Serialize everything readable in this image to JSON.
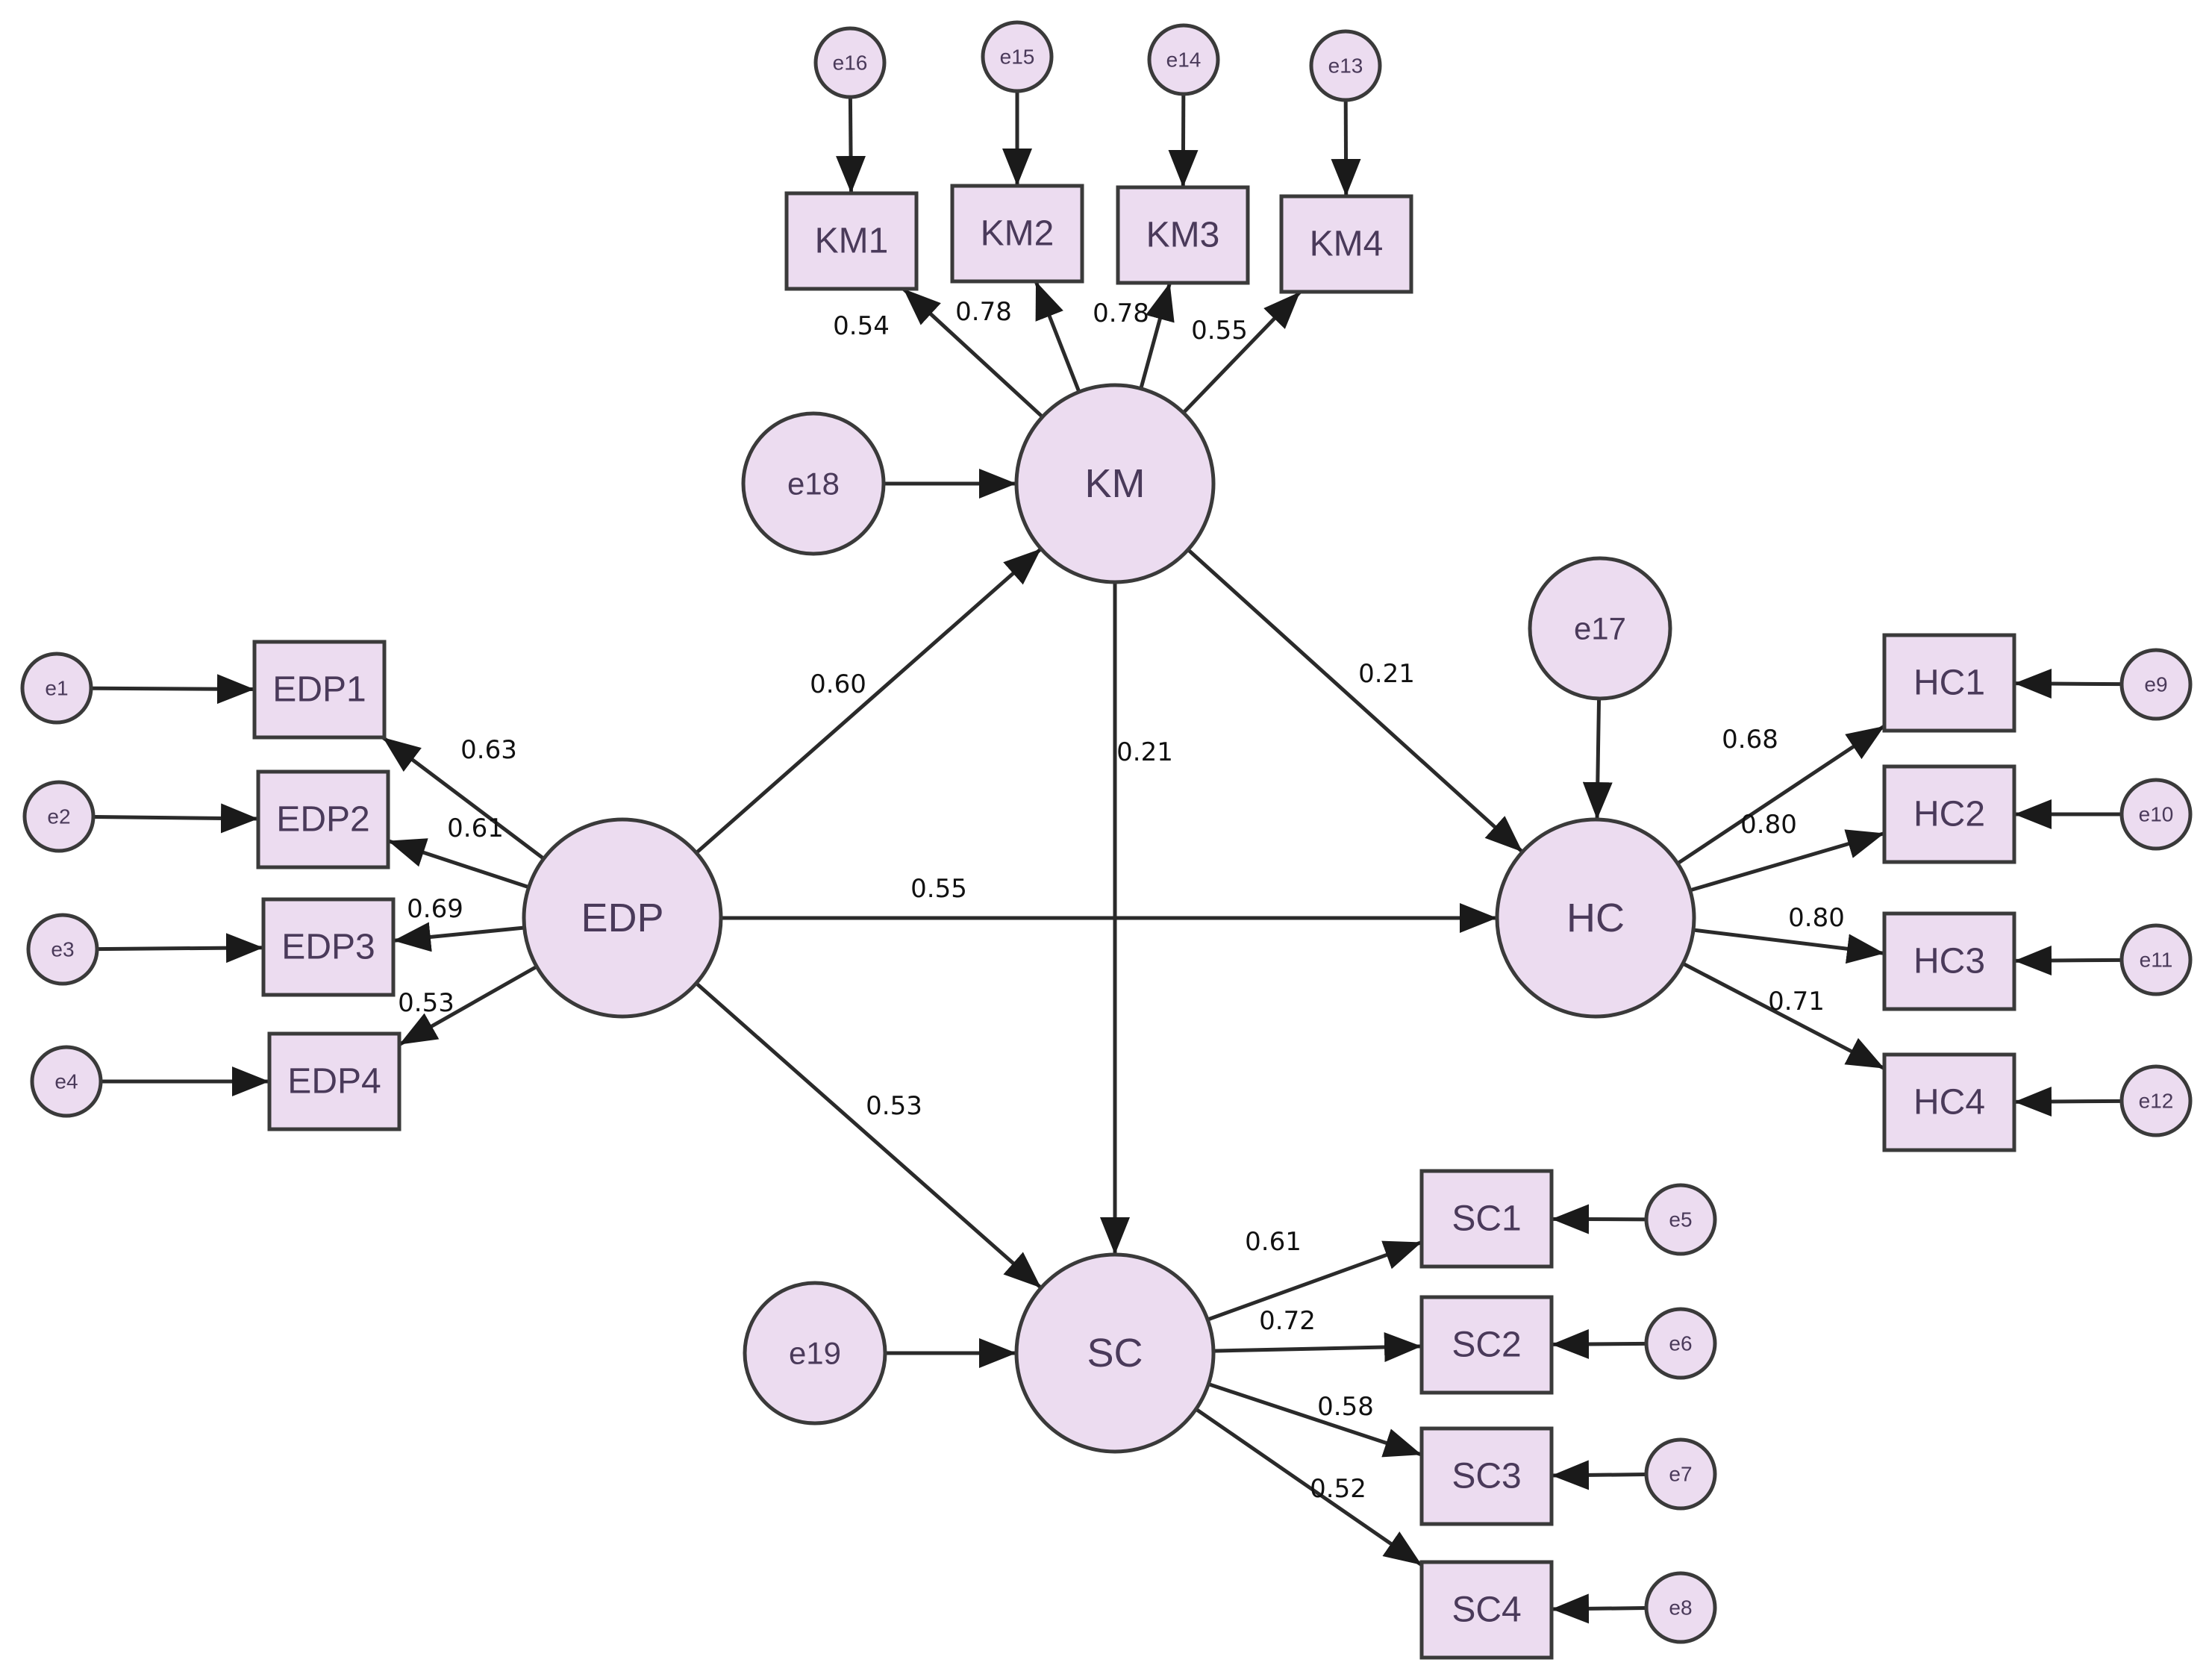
{
  "colors": {
    "node_fill": "#ecdcf0",
    "stroke": "#3a3a3a",
    "label": "#4a3a5a"
  },
  "nodes": [
    {
      "id": "EDP",
      "label": "EDP",
      "shape": "latent"
    },
    {
      "id": "KM",
      "label": "KM",
      "shape": "latent"
    },
    {
      "id": "HC",
      "label": "HC",
      "shape": "latent"
    },
    {
      "id": "SC",
      "label": "SC",
      "shape": "latent"
    },
    {
      "id": "e17",
      "label": "e17",
      "shape": "residual"
    },
    {
      "id": "e18",
      "label": "e18",
      "shape": "residual"
    },
    {
      "id": "e19",
      "label": "e19",
      "shape": "residual"
    },
    {
      "id": "KM1",
      "label": "KM1",
      "shape": "indicator"
    },
    {
      "id": "KM2",
      "label": "KM2",
      "shape": "indicator"
    },
    {
      "id": "KM3",
      "label": "KM3",
      "shape": "indicator"
    },
    {
      "id": "KM4",
      "label": "KM4",
      "shape": "indicator"
    },
    {
      "id": "EDP1",
      "label": "EDP1",
      "shape": "indicator"
    },
    {
      "id": "EDP2",
      "label": "EDP2",
      "shape": "indicator"
    },
    {
      "id": "EDP3",
      "label": "EDP3",
      "shape": "indicator"
    },
    {
      "id": "EDP4",
      "label": "EDP4",
      "shape": "indicator"
    },
    {
      "id": "HC1",
      "label": "HC1",
      "shape": "indicator"
    },
    {
      "id": "HC2",
      "label": "HC2",
      "shape": "indicator"
    },
    {
      "id": "HC3",
      "label": "HC3",
      "shape": "indicator"
    },
    {
      "id": "HC4",
      "label": "HC4",
      "shape": "indicator"
    },
    {
      "id": "SC1",
      "label": "SC1",
      "shape": "indicator"
    },
    {
      "id": "SC2",
      "label": "SC2",
      "shape": "indicator"
    },
    {
      "id": "SC3",
      "label": "SC3",
      "shape": "indicator"
    },
    {
      "id": "SC4",
      "label": "SC4",
      "shape": "indicator"
    },
    {
      "id": "e1",
      "label": "e1",
      "shape": "error"
    },
    {
      "id": "e2",
      "label": "e2",
      "shape": "error"
    },
    {
      "id": "e3",
      "label": "e3",
      "shape": "error"
    },
    {
      "id": "e4",
      "label": "e4",
      "shape": "error"
    },
    {
      "id": "e5",
      "label": "e5",
      "shape": "error"
    },
    {
      "id": "e6",
      "label": "e6",
      "shape": "error"
    },
    {
      "id": "e7",
      "label": "e7",
      "shape": "error"
    },
    {
      "id": "e8",
      "label": "e8",
      "shape": "error"
    },
    {
      "id": "e9",
      "label": "e9",
      "shape": "error"
    },
    {
      "id": "e10",
      "label": "e10",
      "shape": "error"
    },
    {
      "id": "e11",
      "label": "e11",
      "shape": "error"
    },
    {
      "id": "e12",
      "label": "e12",
      "shape": "error"
    },
    {
      "id": "e13",
      "label": "e13",
      "shape": "error"
    },
    {
      "id": "e14",
      "label": "e14",
      "shape": "error"
    },
    {
      "id": "e15",
      "label": "e15",
      "shape": "error"
    },
    {
      "id": "e16",
      "label": "e16",
      "shape": "error"
    }
  ],
  "edges": [
    {
      "from": "EDP",
      "to": "KM",
      "label": "0.60"
    },
    {
      "from": "EDP",
      "to": "HC",
      "label": "0.55"
    },
    {
      "from": "EDP",
      "to": "SC",
      "label": "0.53"
    },
    {
      "from": "KM",
      "to": "HC",
      "label": "0.21"
    },
    {
      "from": "KM",
      "to": "SC",
      "label": "0.21"
    },
    {
      "from": "KM",
      "to": "KM1",
      "label": "0.54"
    },
    {
      "from": "KM",
      "to": "KM2",
      "label": "0.78"
    },
    {
      "from": "KM",
      "to": "KM3",
      "label": "0.78"
    },
    {
      "from": "KM",
      "to": "KM4",
      "label": "0.55"
    },
    {
      "from": "EDP",
      "to": "EDP1",
      "label": "0.63"
    },
    {
      "from": "EDP",
      "to": "EDP2",
      "label": "0.61"
    },
    {
      "from": "EDP",
      "to": "EDP3",
      "label": "0.69"
    },
    {
      "from": "EDP",
      "to": "EDP4",
      "label": "0.53"
    },
    {
      "from": "HC",
      "to": "HC1",
      "label": "0.68"
    },
    {
      "from": "HC",
      "to": "HC2",
      "label": "0.80"
    },
    {
      "from": "HC",
      "to": "HC3",
      "label": "0.80"
    },
    {
      "from": "HC",
      "to": "HC4",
      "label": "0.71"
    },
    {
      "from": "SC",
      "to": "SC1",
      "label": "0.61"
    },
    {
      "from": "SC",
      "to": "SC2",
      "label": "0.72"
    },
    {
      "from": "SC",
      "to": "SC3",
      "label": "0.58"
    },
    {
      "from": "SC",
      "to": "SC4",
      "label": "0.52"
    },
    {
      "from": "e18",
      "to": "KM",
      "label": ""
    },
    {
      "from": "e17",
      "to": "HC",
      "label": ""
    },
    {
      "from": "e19",
      "to": "SC",
      "label": ""
    },
    {
      "from": "e16",
      "to": "KM1",
      "label": ""
    },
    {
      "from": "e15",
      "to": "KM2",
      "label": ""
    },
    {
      "from": "e14",
      "to": "KM3",
      "label": ""
    },
    {
      "from": "e13",
      "to": "KM4",
      "label": ""
    },
    {
      "from": "e1",
      "to": "EDP1",
      "label": ""
    },
    {
      "from": "e2",
      "to": "EDP2",
      "label": ""
    },
    {
      "from": "e3",
      "to": "EDP3",
      "label": ""
    },
    {
      "from": "e4",
      "to": "EDP4",
      "label": ""
    },
    {
      "from": "e9",
      "to": "HC1",
      "label": ""
    },
    {
      "from": "e10",
      "to": "HC2",
      "label": ""
    },
    {
      "from": "e11",
      "to": "HC3",
      "label": ""
    },
    {
      "from": "e12",
      "to": "HC4",
      "label": ""
    },
    {
      "from": "e5",
      "to": "SC1",
      "label": ""
    },
    {
      "from": "e6",
      "to": "SC2",
      "label": ""
    },
    {
      "from": "e7",
      "to": "SC3",
      "label": ""
    },
    {
      "from": "e8",
      "to": "SC4",
      "label": ""
    }
  ]
}
